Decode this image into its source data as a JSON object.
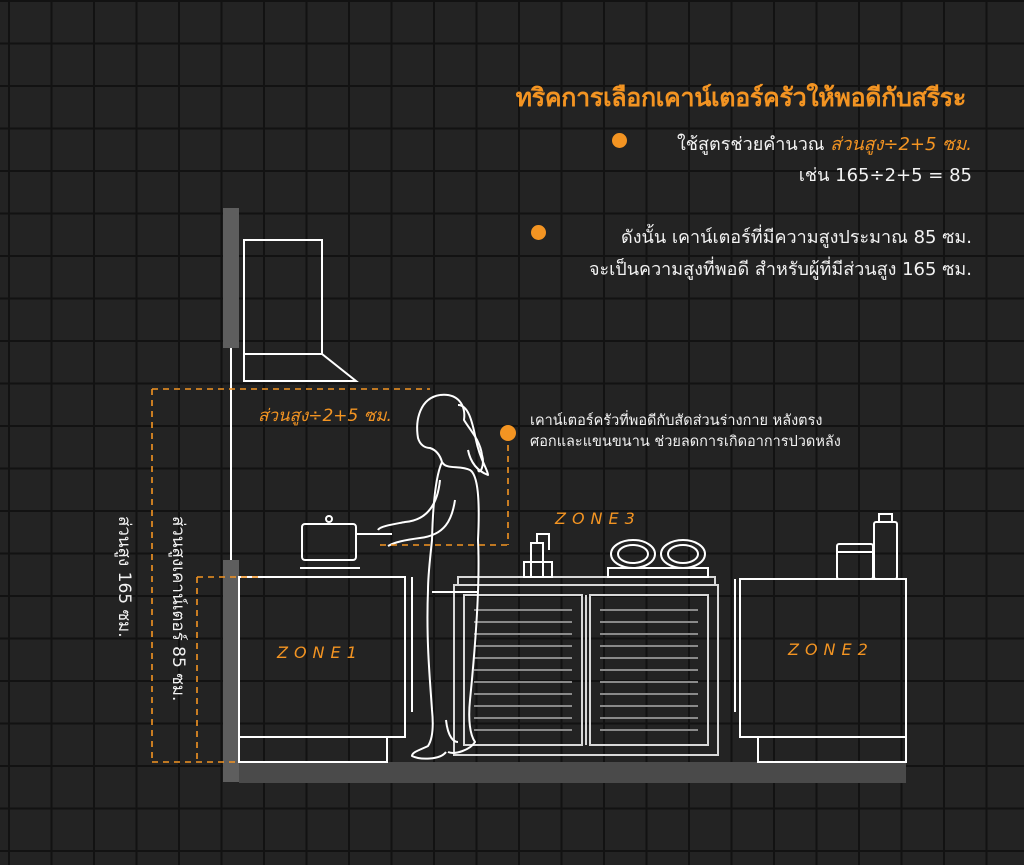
{
  "title": "ทริคการเลือกเคาน์เตอร์ครัวให้พอดีกับสรีระ",
  "tip1": {
    "prefix": "ใช้สูตรช่วยคำนวณ ",
    "formula": "ส่วนสูง÷2+5 ซม.",
    "example": "เช่น 165÷2+5 = 85"
  },
  "tip2": {
    "line1": "ดังนั้น เคาน์เตอร์ที่มีความสูงประมาณ 85 ซม.",
    "line2": "จะเป็นความสูงที่พอดี สำหรับผู้ที่มีส่วนสูง 165 ซม."
  },
  "diagram": {
    "formula_label": "ส่วนสูง÷2+5 ซม.",
    "note_line1": "เคาน์เตอร์ครัวที่พอดีกับสัดส่วนร่างกาย หลังตรง",
    "note_line2": "ศอกและแขนขนาน ช่วยลดการเกิดอาการปวดหลัง",
    "height_label": "ส่วนสูง 165 ซม.",
    "counter_label": "ส่วนสูงเคาน์เตอร์ 85 ซม.",
    "zones": [
      "ZONE1",
      "ZONE2",
      "ZONE3"
    ]
  },
  "colors": {
    "accent": "#f39422",
    "background": "#232323",
    "grid": "#121212",
    "line": "#ffffff"
  }
}
